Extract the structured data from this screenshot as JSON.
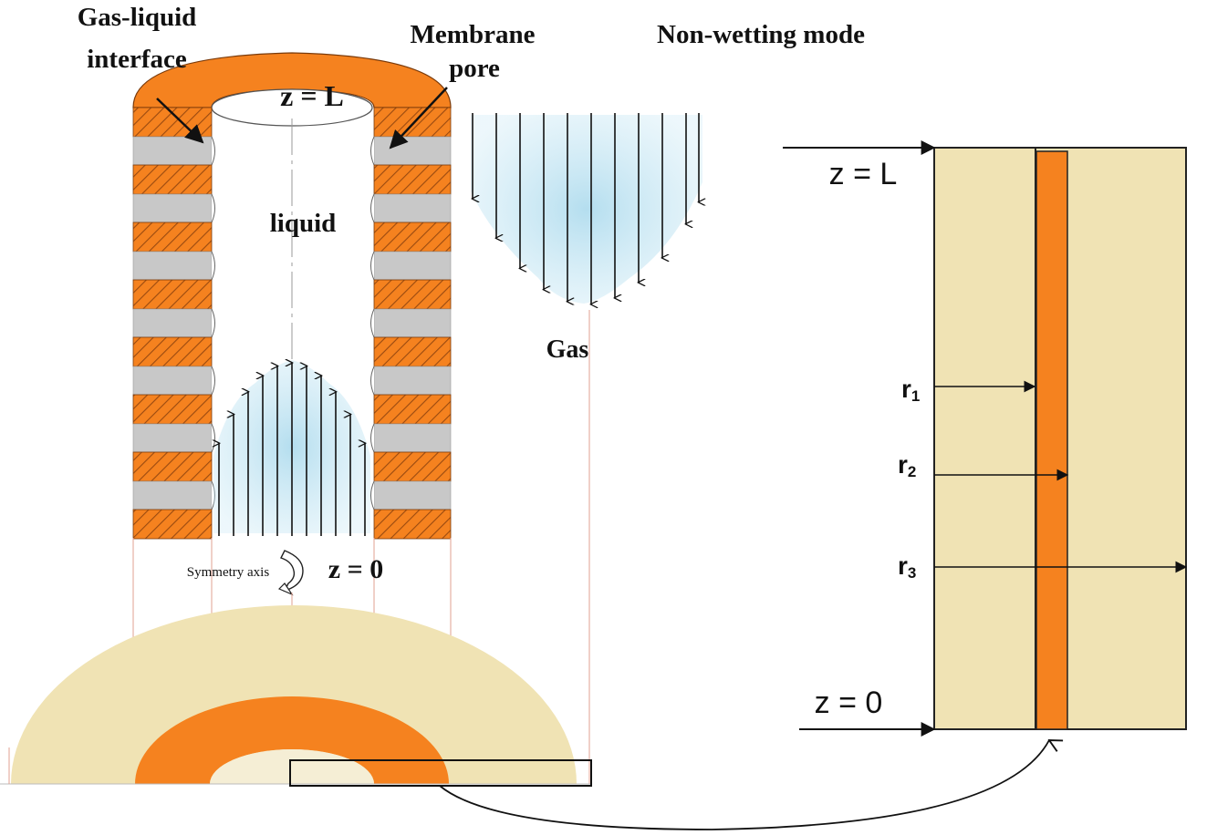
{
  "title": "Non-wetting mode",
  "labels": {
    "gas_liquid_interface": [
      "Gas-liquid",
      "interface"
    ],
    "membrane_pore": [
      "Membrane",
      "pore"
    ],
    "z_top": "z = L",
    "liquid": "liquid",
    "gas": "Gas",
    "symmetry_axis": "Symmetry axis",
    "z_bottom": "z = 0"
  },
  "domain_labels": {
    "z_top": "z = L",
    "z_bottom": "z = 0",
    "r1": "r",
    "r1_sub": "1",
    "r2": "r",
    "r2_sub": "2",
    "r3": "r",
    "r3_sub": "3"
  },
  "colors": {
    "membrane_orange": "#f5821f",
    "shell_tan": "#f0e3b4",
    "pore_gray": "#c8c8c8",
    "flow_blue": "#9fd3e8",
    "guide_line": "#e0a090"
  }
}
